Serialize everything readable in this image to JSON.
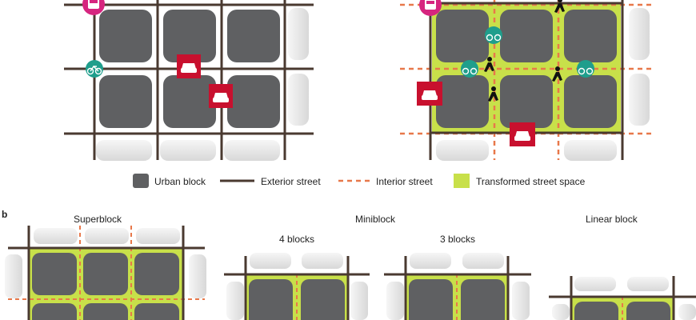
{
  "panel_b_label": "b",
  "legend": {
    "urban_block": "Urban block",
    "exterior_street": "Exterior street",
    "interior_street": "Interior street",
    "transformed_space": "Transformed street space"
  },
  "variants": {
    "superblock": "Superblock",
    "miniblock": "Miniblock",
    "four_blocks": "4 blocks",
    "three_blocks": "3 blocks",
    "linear_block": "Linear block"
  },
  "colors": {
    "block": "#5f6062",
    "exterior_street": "#4a3a30",
    "interior_street": "#e8784a",
    "transformed": "#c8e04a",
    "car": "#c8102e",
    "bike": "#1f9e8c",
    "transit": "#d6257f"
  },
  "icons": [
    "transit-icon",
    "bike-icon",
    "car-icon",
    "pedestrian-icon"
  ]
}
